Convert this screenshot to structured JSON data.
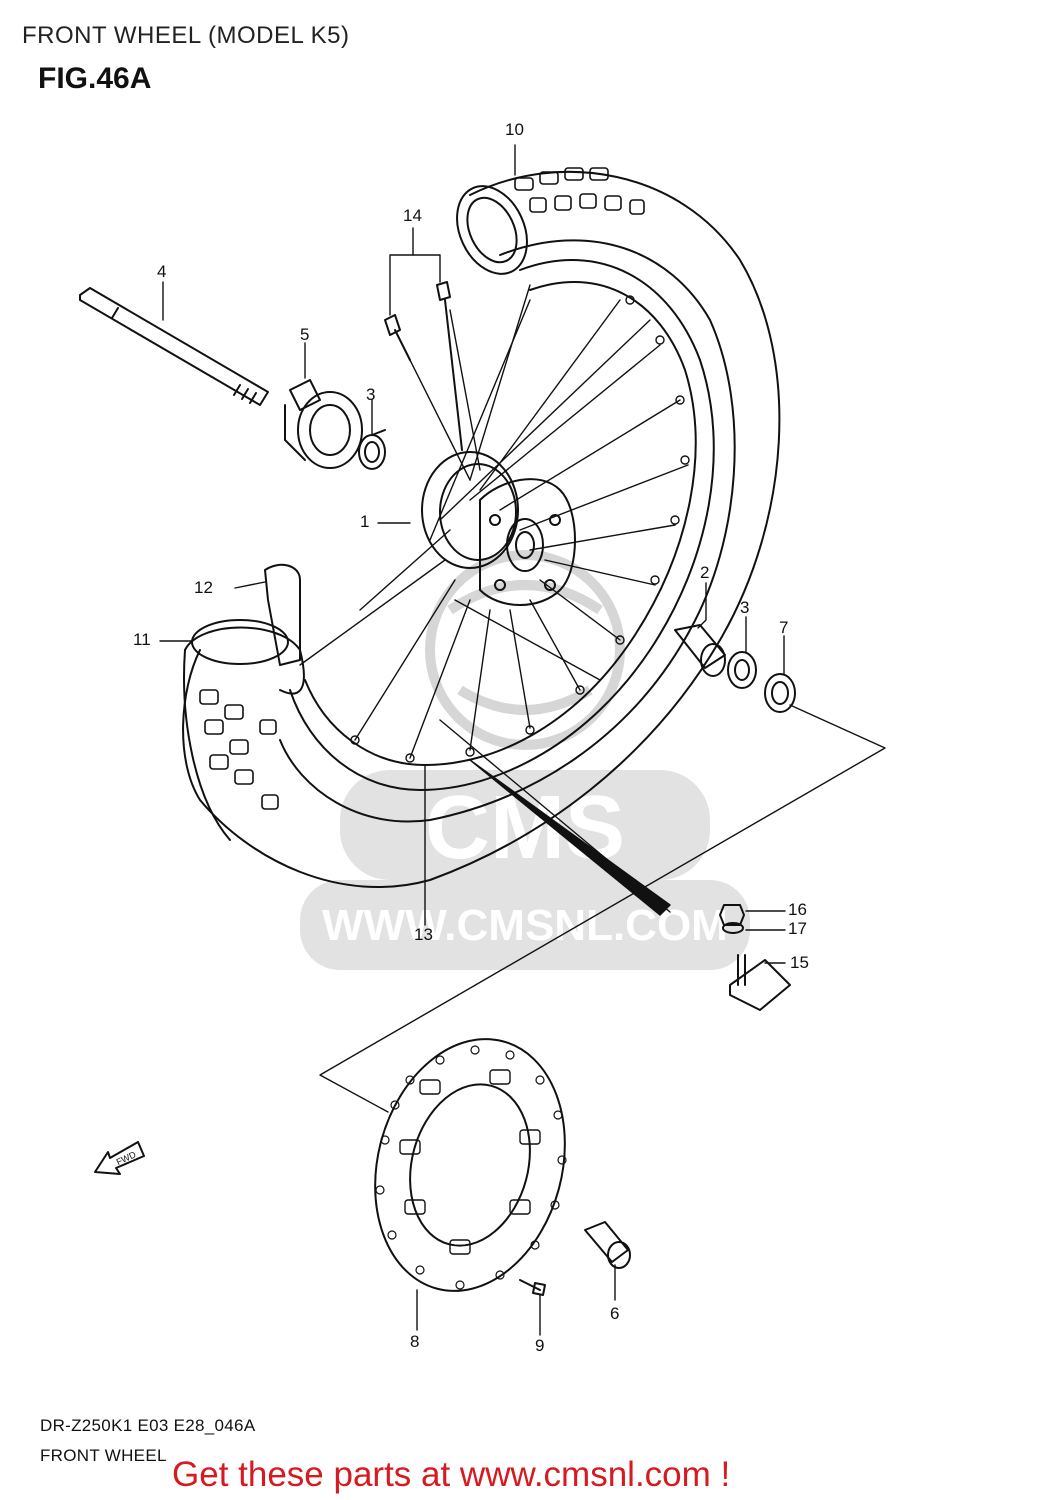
{
  "header": {
    "title": "FRONT WHEEL (MODEL K5)",
    "figure": "FIG.46A"
  },
  "watermark": {
    "brand": "CMS",
    "url": "WWW.CMSNL.COM"
  },
  "diagram": {
    "fwd_label": "FWD",
    "callouts": [
      "1",
      "2",
      "3",
      "3",
      "4",
      "5",
      "6",
      "7",
      "8",
      "9",
      "10",
      "11",
      "12",
      "13",
      "14",
      "15",
      "16",
      "17"
    ]
  },
  "footer": {
    "code": "DR-Z250K1 E03 E28_046A",
    "name": "FRONT WHEEL",
    "cta": "Get these parts at www.cmsnl.com !"
  },
  "colors": {
    "line": "#111111",
    "watermark": "#d9d9d9",
    "cta": "#d71920"
  }
}
